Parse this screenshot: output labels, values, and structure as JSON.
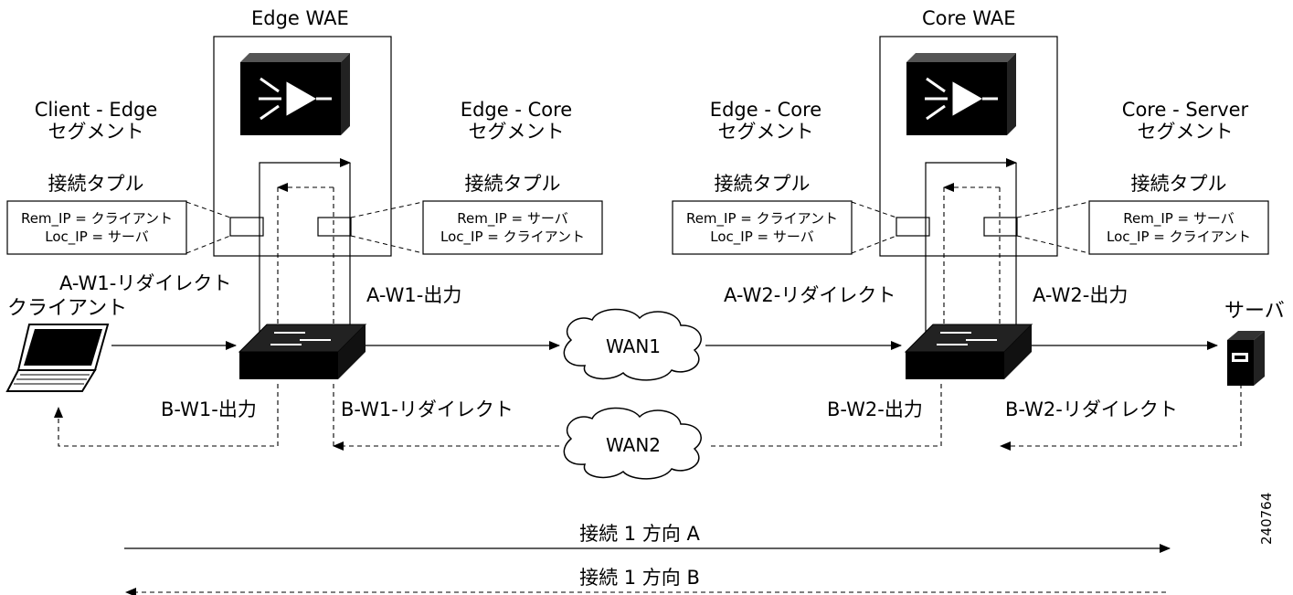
{
  "wae_edge": {
    "title": "Edge WAE"
  },
  "wae_core": {
    "title": "Core WAE"
  },
  "segments": [
    {
      "line1": "Client - Edge",
      "line2": "セグメント"
    },
    {
      "line1": "Edge - Core",
      "line2": "セグメント"
    },
    {
      "line1": "Edge - Core",
      "line2": "セグメント"
    },
    {
      "line1": "Core - Server",
      "line2": "セグメント"
    }
  ],
  "tuple_title": "接続タプル",
  "tuples": [
    {
      "rem": "Rem_IP = クライアント",
      "loc": "Loc_IP = サーバ"
    },
    {
      "rem": "Rem_IP = サーバ",
      "loc": "Loc_IP = クライアント"
    },
    {
      "rem": "Rem_IP = クライアント",
      "loc": "Loc_IP = サーバ"
    },
    {
      "rem": "Rem_IP = サーバ",
      "loc": "Loc_IP = クライアント"
    }
  ],
  "paths": {
    "a_w1_redirect": "A-W1-リダイレクト",
    "a_w1_out": "A-W1-出力",
    "a_w2_redirect": "A-W2-リダイレクト",
    "a_w2_out": "A-W2-出力",
    "b_w1_out": "B-W1-出力",
    "b_w1_redirect": "B-W1-リダイレクト",
    "b_w2_out": "B-W2-出力",
    "b_w2_redirect": "B-W2-リダイレクト"
  },
  "client_label": "クライアント",
  "server_label": "サーバ",
  "wan1": "WAN1",
  "wan2": "WAN2",
  "direction_a": "接続 1 方向 A",
  "direction_b": "接続 1 方向 B",
  "figure_id": "240764",
  "icons": [
    "wae-appliance-icon",
    "switch-icon",
    "laptop-icon",
    "server-icon",
    "cloud-icon"
  ]
}
